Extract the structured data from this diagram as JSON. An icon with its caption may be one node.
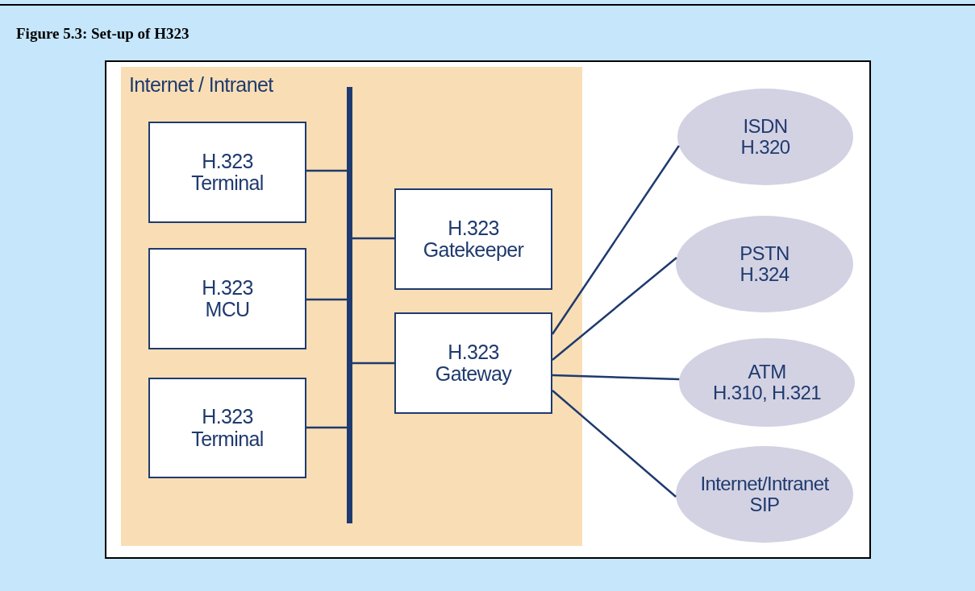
{
  "diagram": {
    "title": "Figure 5.3: Set-up of H323",
    "nodes": [
      {
        "text": [
          "Internet / Intranet"
        ]
      },
      {
        "text": [
          "H.323",
          "Terminal"
        ],
        "in": 0
      },
      {
        "text": [
          "H.323",
          "MCU"
        ],
        "in": 0
      },
      {
        "text": [
          "H.323",
          "Terminal"
        ],
        "in": 0
      },
      {
        "text": [],
        "shape": "bar",
        "in": 0
      },
      {
        "text": [
          "H.323",
          "Gatekeeper"
        ],
        "in": 0
      },
      {
        "text": [
          "H.323",
          "Gateway"
        ],
        "in": 0
      },
      {
        "text": [
          "ISDN",
          "H.320"
        ]
      },
      {
        "text": [
          "PSTN",
          "H.324"
        ]
      },
      {
        "text": [
          "ATM",
          "H.310, H.321"
        ]
      },
      {
        "text": [
          "Internet/Intranet",
          "SIP"
        ]
      }
    ],
    "edges": [
      {
        "from": 1,
        "to": 4,
        "arrow": "none"
      },
      {
        "from": 2,
        "to": 4,
        "arrow": "none"
      },
      {
        "from": 3,
        "to": 4,
        "arrow": "none"
      },
      {
        "from": 4,
        "to": 5,
        "arrow": "none"
      },
      {
        "from": 4,
        "to": 6,
        "arrow": "none"
      },
      {
        "from": 6,
        "to": 7,
        "arrow": "none"
      },
      {
        "from": 6,
        "to": 8,
        "arrow": "none"
      },
      {
        "from": 6,
        "to": 9,
        "arrow": "none"
      },
      {
        "from": 6,
        "to": 10,
        "arrow": "none"
      }
    ]
  }
}
